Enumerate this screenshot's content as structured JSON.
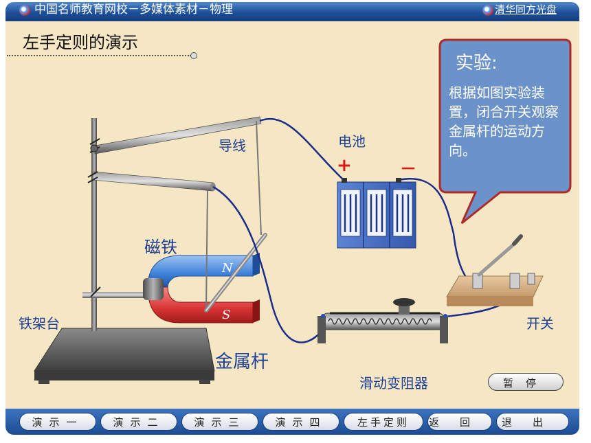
{
  "header": {
    "app_title": "中国名师教育网校－多媒体素材－物理",
    "publisher": "清华同方光盘"
  },
  "page": {
    "heading": "左手定则的演示"
  },
  "callout": {
    "title": "实验:",
    "body": "根据如图实验装置，闭合开关观察金属杆的运动方向。"
  },
  "labels": {
    "wire": "导线",
    "battery": "电池",
    "plus": "+",
    "minus": "－",
    "magnet": "磁铁",
    "north": "N",
    "south": "S",
    "stand": "铁架台",
    "rod": "金属杆",
    "rheostat": "滑动变阻器",
    "switch": "开关"
  },
  "controls": {
    "pause": "暂停"
  },
  "nav": [
    {
      "label": "演示一"
    },
    {
      "label": "演示二"
    },
    {
      "label": "演示三"
    },
    {
      "label": "演示四"
    },
    {
      "label": "左手定则"
    },
    {
      "label": "返回"
    },
    {
      "label": "退出"
    }
  ],
  "colors": {
    "title_bar": "#1d4f98",
    "background": "#f5e7c3",
    "callout_fill": "#6c93c9",
    "callout_border": "#b12a2a",
    "label_text": "#1f3f95",
    "wire": "#1b2a8c"
  }
}
